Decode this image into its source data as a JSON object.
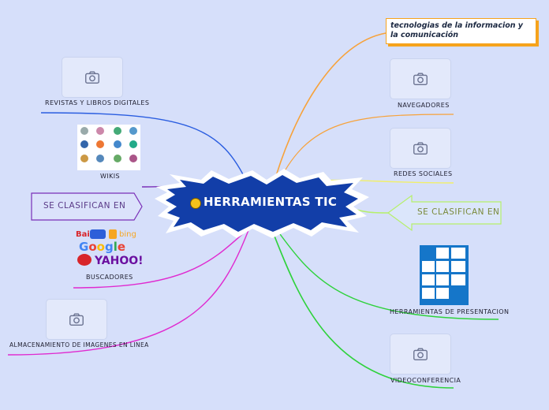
{
  "colors": {
    "background": "#d6dffa",
    "center_fill": "#123ea8",
    "branch_orange": "#f7a23a",
    "branch_yellow": "#f1ef6a",
    "branch_lightgreen": "#b6f06a",
    "branch_green": "#2fd23c",
    "branch_blue": "#2a5de0",
    "branch_purple": "#7a2fb8",
    "branch_magenta": "#e02ad0"
  },
  "center": {
    "title": "HERRAMIENTAS TIC",
    "icon": "globe-icon"
  },
  "right": {
    "top_box": "tecnologias de la informacion y la comunicación",
    "navegadores": "NAVEGADORES",
    "redes": "REDES SOCIALES",
    "clasifican": "SE CLASIFICAN EN",
    "presentacion": "HERRAMIENTAS DE PRESENTACION",
    "videoconferencia": "VIDEOCONFERENCIA"
  },
  "left": {
    "revistas": "REVISTAS Y LIBROS DIGITALES",
    "wikis": "WIKIS",
    "clasifican": "SE CLASIFICAN EN",
    "buscadores": "BUSCADORES",
    "almacenamiento": "ALMACENAMIENTO DE IMAGENES EN LINEA"
  },
  "icons": {
    "placeholder": "camera-icon"
  }
}
